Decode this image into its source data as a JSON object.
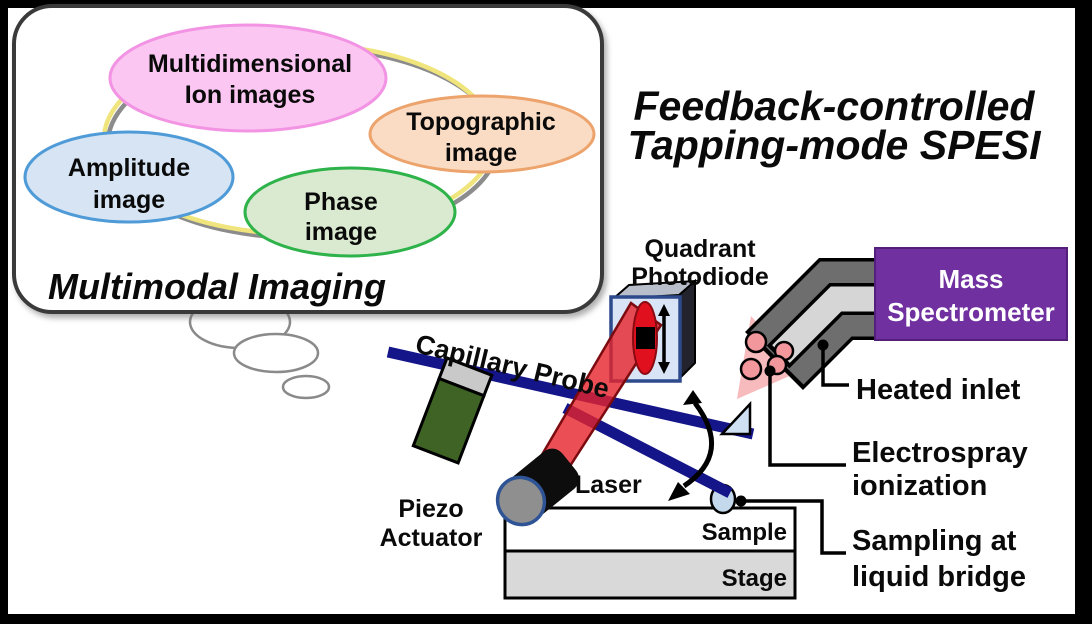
{
  "slide": {
    "background": "#ffffff",
    "frame_color": "#000000"
  },
  "heading": {
    "line1": "Feedback-controlled",
    "line2": "Tapping-mode SPESI"
  },
  "thought_panel": {
    "caption": "Multimodal Imaging",
    "ring_color": "#f0e47c",
    "bubbles": [
      {
        "id": "multidimensional-ion-images",
        "line1": "Multidimensional",
        "line2": "Ion images",
        "fill": "#fbc6f2",
        "border": "#f293e3"
      },
      {
        "id": "topographic-image",
        "line1": "Topographic",
        "line2": "image",
        "fill": "#f9dcc3",
        "border": "#eda36c"
      },
      {
        "id": "amplitude-image",
        "line1": "Amplitude",
        "line2": "image",
        "fill": "#d6e4f4",
        "border": "#4f9bd8"
      },
      {
        "id": "phase-image",
        "line1": "Phase",
        "line2": "image",
        "fill": "#daead0",
        "border": "#2eb34a"
      }
    ]
  },
  "diagram": {
    "quadrant_photodiode": {
      "line1": "Quadrant",
      "line2": "Photodiode",
      "face_fill": "#d9e5f6",
      "spot_color": "#e0101e"
    },
    "mass_spectrometer": {
      "line1": "Mass",
      "line2": "Spectrometer",
      "fill": "#7030a0",
      "text_color": "#ffffff"
    },
    "heated_inlet": {
      "label": "Heated inlet",
      "tube_outer": "#6e6e6e",
      "tube_channel": "#d6d6d6"
    },
    "electrospray": {
      "line1": "Electrospray",
      "line2": "ionization",
      "plume_color": "#f5a9ad",
      "droplet_color": "#f2989d"
    },
    "sampling": {
      "line1": "Sampling at",
      "line2": "liquid bridge",
      "droplet_color": "#c5d9ed"
    },
    "capillary_probe": {
      "label": "Capillary Probe",
      "color": "#15158a"
    },
    "piezo_actuator": {
      "line1": "Piezo",
      "line2": "Actuator",
      "fill": "#3e6325"
    },
    "laser": {
      "label": "Laser",
      "beam_color": "#e6232b"
    },
    "sample": {
      "label": "Sample"
    },
    "stage": {
      "label": "Stage",
      "fill": "#d9d9d9"
    }
  }
}
